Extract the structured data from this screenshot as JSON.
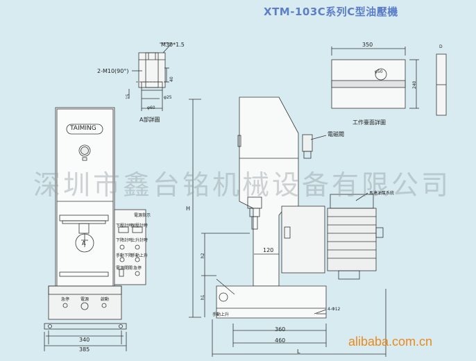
{
  "title": "XTM-103C系列C型油壓機",
  "watermark": "深圳市鑫台铭机械设备有限公司",
  "brand": "alibaba.com.cn",
  "detail_a": {
    "thread_top": "M30*1.5",
    "holes": "2-M10(90°)",
    "dim_40": "40",
    "dim_15": "15",
    "dim_25": "φ25",
    "dim_60": "φ60",
    "caption": "A部詳圖"
  },
  "front_view": {
    "nameplate": "TAIMING",
    "callout_a": "A",
    "dim_340": "340",
    "dim_385": "385",
    "panel_labels": [
      "電源指示",
      "下壓計時",
      "保壓計時",
      "下降計時",
      "上升計時",
      "手動下降",
      "手動上升",
      "電源開關",
      "急停"
    ],
    "base_labels": [
      "急停",
      "電源",
      "啟動"
    ]
  },
  "table_view": {
    "dim_350": "350",
    "dim_240": "240",
    "dim_50": "φ50",
    "dim_d": "D",
    "caption": "工作臺面詳圖"
  },
  "side_view": {
    "solenoid": "電磁閥",
    "pump": "馬達油泵系統",
    "dim_h": "H",
    "dim_h1": "h1",
    "dim_h2": "h2",
    "dim_120": "120",
    "dim_360": "360",
    "dim_460": "460",
    "dim_l": "L",
    "holes": "4-Φ12",
    "handle": "手動上升"
  }
}
